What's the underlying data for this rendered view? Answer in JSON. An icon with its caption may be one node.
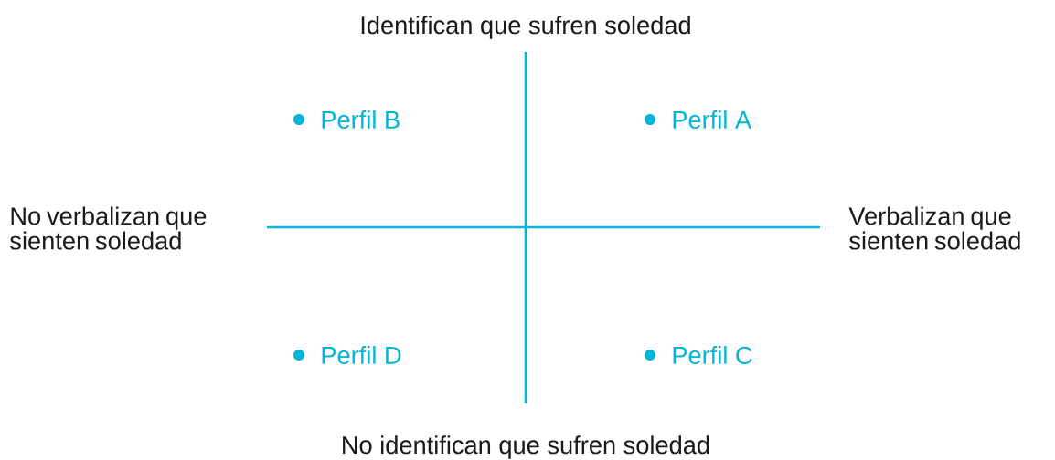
{
  "diagram": {
    "labels": [
      "Identifican que sufren soledad",
      "Perfil B",
      "Perfil A",
      "No verbalizan que sienten soledad",
      "Verbalizan que sienten soledad",
      "Perfil D",
      "Perfil C",
      "No identifican que sufren soledad"
    ]
  }
}
